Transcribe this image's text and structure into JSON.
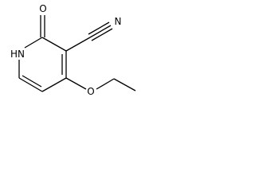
{
  "diagram": {
    "type": "chemical-structure",
    "atom_labels": {
      "nh": "HN",
      "oxygen_carbonyl": "O",
      "nitrogen_nitrile": "N",
      "oxygen_ether": "O"
    }
  }
}
